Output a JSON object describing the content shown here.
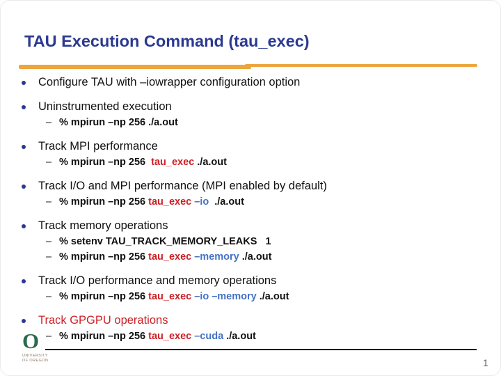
{
  "title": "TAU Execution Command (tau_exec)",
  "page_number": "1",
  "footer_logo": {
    "letter": "O",
    "caption": "UNIVERSITY\nOF OREGON"
  },
  "colors": {
    "title_navy": "#2B3990",
    "accent_gold": "#EDA63C",
    "cmd_red": "#CC2127",
    "opt_blue": "#4472C4",
    "logo_green": "#2A6B4D"
  },
  "bullets": [
    {
      "label": [
        {
          "t": "Configure TAU with –iowrapper configuration option",
          "c": "black"
        }
      ],
      "subs": []
    },
    {
      "label": [
        {
          "t": "Uninstrumented execution",
          "c": "black"
        }
      ],
      "subs": [
        [
          {
            "t": "% mpirun –np 256 ./a.out",
            "c": "black"
          }
        ]
      ]
    },
    {
      "label": [
        {
          "t": "Track MPI performance",
          "c": "black"
        }
      ],
      "subs": [
        [
          {
            "t": "% mpirun –np 256  ",
            "c": "black"
          },
          {
            "t": "tau_exec",
            "c": "red"
          },
          {
            "t": " ./a.out",
            "c": "black"
          }
        ]
      ]
    },
    {
      "label": [
        {
          "t": "Track I/O and MPI performance (MPI enabled by default)",
          "c": "black"
        }
      ],
      "subs": [
        [
          {
            "t": "% mpirun –np 256 ",
            "c": "black"
          },
          {
            "t": "tau_exec",
            "c": "red"
          },
          {
            "t": " ",
            "c": "black"
          },
          {
            "t": "–io",
            "c": "blue"
          },
          {
            "t": "  ./a.out",
            "c": "black"
          }
        ]
      ]
    },
    {
      "label": [
        {
          "t": "Track memory operations",
          "c": "black"
        }
      ],
      "subs": [
        [
          {
            "t": "% setenv TAU_TRACK_MEMORY_LEAKS   1",
            "c": "black"
          }
        ],
        [
          {
            "t": "% mpirun –np 256 ",
            "c": "black"
          },
          {
            "t": "tau_exec",
            "c": "red"
          },
          {
            "t": " ",
            "c": "black"
          },
          {
            "t": "–memory",
            "c": "blue"
          },
          {
            "t": " ./a.out",
            "c": "black"
          }
        ]
      ]
    },
    {
      "label": [
        {
          "t": "Track I/O performance and memory operations",
          "c": "black"
        }
      ],
      "subs": [
        [
          {
            "t": "% mpirun –np 256 ",
            "c": "black"
          },
          {
            "t": "tau_exec",
            "c": "red"
          },
          {
            "t": " ",
            "c": "black"
          },
          {
            "t": "–io –memory",
            "c": "blue"
          },
          {
            "t": " ./a.out",
            "c": "black"
          }
        ]
      ]
    },
    {
      "label": [
        {
          "t": "Track GPGPU operations",
          "c": "red"
        }
      ],
      "subs": [
        [
          {
            "t": "% mpirun –np 256 ",
            "c": "black"
          },
          {
            "t": "tau_exec",
            "c": "red"
          },
          {
            "t": " ",
            "c": "black"
          },
          {
            "t": "–cuda",
            "c": "blue"
          },
          {
            "t": " ./a.out",
            "c": "black"
          }
        ]
      ]
    }
  ]
}
